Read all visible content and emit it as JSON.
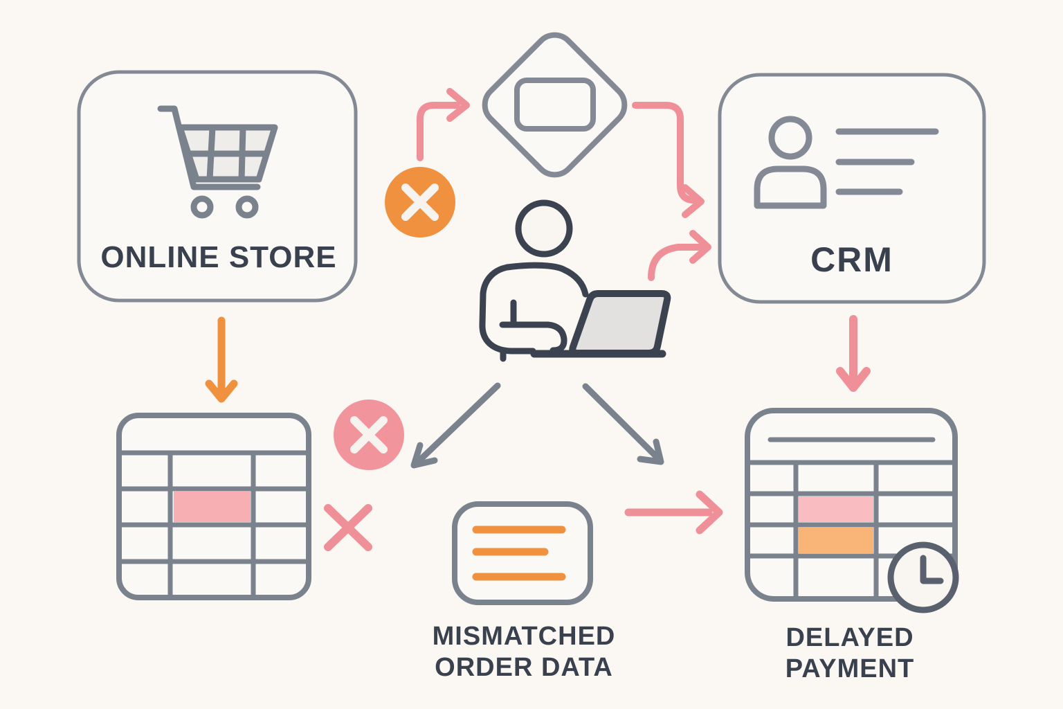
{
  "colors": {
    "bg": "#F9F5F0",
    "bg-light": "#FBF9F5",
    "stroke-gray": "#838A96",
    "stroke-dark": "#3C4350",
    "table-stroke": "#7A828E",
    "text": "#3A414E",
    "orange": "#F0913F",
    "orange-light": "#F9B578",
    "pink": "#EF9098",
    "pink-badge": "#F2949C",
    "pink-cell": "#F8AFB4",
    "pink-cell-light": "#F8BCC1",
    "laptop-fill": "#E2E1E0",
    "cart-fill": "#EFEDE9",
    "white": "#F7F3EE",
    "clock-stroke": "#59616E"
  },
  "nodes": {
    "online_store": {
      "label": "ONLINE STORE",
      "icon": "shopping-cart-icon"
    },
    "decision": {
      "icon": "diamond-decision-icon"
    },
    "crm": {
      "label": "CRM",
      "icon": "contact-card-icon"
    },
    "manual_entry": {
      "icon": "person-at-laptop-icon"
    },
    "spreadsheet_left": {
      "icon": "table-grid-icon",
      "highlighted_cells": [
        {
          "row": 2,
          "col": 2,
          "color": "pink"
        }
      ]
    },
    "mismatched": {
      "line1": "MISMATCHED",
      "line2": "ORDER DATA",
      "icon": "document-lines-icon"
    },
    "delayed": {
      "line1": "DELAYED",
      "line2": "PAYMENT",
      "icon": "table-clock-icon",
      "highlighted_cells": [
        {
          "row": 2,
          "col": 2,
          "color": "pink"
        },
        {
          "row": 3,
          "col": 2,
          "color": "orange"
        }
      ]
    }
  },
  "badges": {
    "error_orange": {
      "icon": "x-circle-icon"
    },
    "error_pink": {
      "icon": "x-circle-icon"
    },
    "error_cross": {
      "icon": "x-mark-icon"
    }
  }
}
